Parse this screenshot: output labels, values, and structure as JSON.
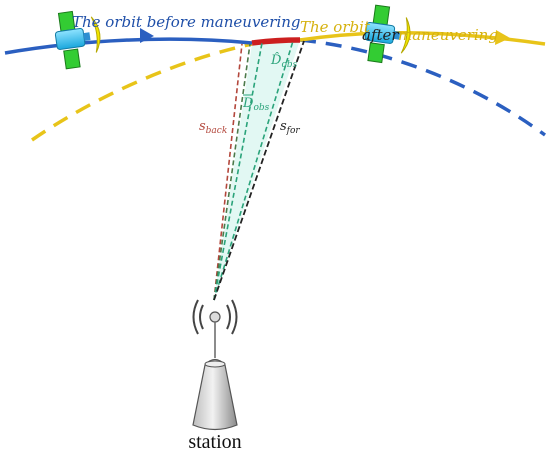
{
  "labels": {
    "orbit_before": "The orbit before maneuvering",
    "orbit_after_1": "The orbit",
    "orbit_after_2": "after",
    "orbit_after_3": "maneuvering",
    "d_obs_hat": "D̂",
    "d_obs_hat_sub": "obs",
    "d_obs": "D",
    "d_obs_sub": "obs",
    "s_back": "s",
    "s_back_sub": "back",
    "s_for": "s",
    "s_for_sub": "for",
    "station": "station"
  },
  "colors": {
    "orbit_before": "#2b5fc0",
    "orbit_after": "#e8c419",
    "observed_arc": "#cc1f1f",
    "s_back": "#b3473c",
    "s_for": "#222222",
    "d_obs": "#2aa37a",
    "fan_fill": "#dff7f2",
    "satellite_body": "#22b8e8",
    "satellite_panel": "#33cc33",
    "satellite_dish": "#f2e600"
  },
  "icons": {
    "satellite": "satellite-icon",
    "antenna": "antenna-tower-icon",
    "signal": "signal-waves-icon"
  }
}
